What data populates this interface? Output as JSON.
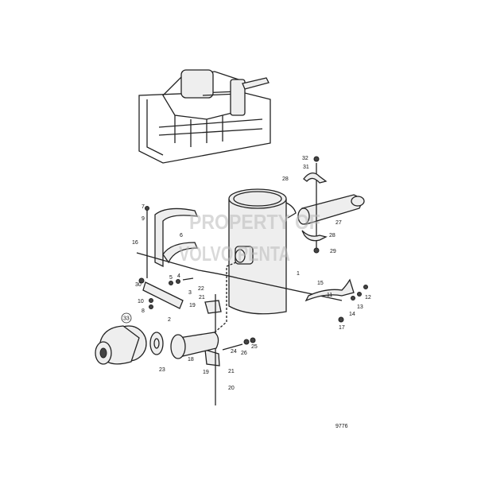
{
  "figure_number": "9776",
  "watermark": [
    "PROPERTY OF",
    "VOLVO PENTA"
  ],
  "callouts": [
    "1",
    "2",
    "3",
    "4",
    "5",
    "6",
    "7",
    "8",
    "9",
    "10",
    "11",
    "12",
    "13",
    "14",
    "15",
    "16",
    "17",
    "18",
    "19",
    "19",
    "20",
    "21",
    "21",
    "22",
    "23",
    "24",
    "25",
    "26",
    "27",
    "28",
    "28",
    "29",
    "30",
    "31",
    "32",
    "33"
  ]
}
